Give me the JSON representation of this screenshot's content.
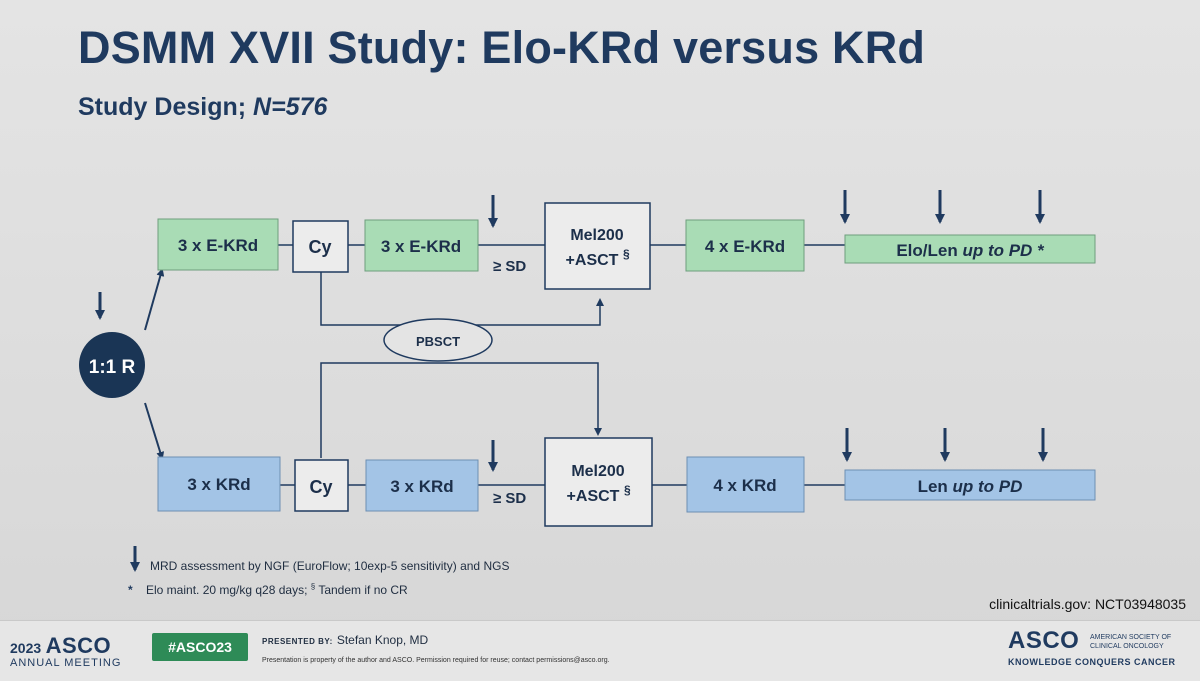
{
  "title": "DSMM XVII Study: Elo-KRd versus KRd",
  "subtitle": {
    "text": "Study Design; ",
    "n": "N=576"
  },
  "randomization": "1:1 R",
  "pbsct": "PBSCT",
  "arm_top": {
    "induction1": "3 x E-KRd",
    "cy": "Cy",
    "induction2": "3 x E-KRd",
    "response": "≥ SD",
    "transplant_line1": "Mel200",
    "transplant_line2": "+ASCT",
    "transplant_mark": "§",
    "consolidation": "4 x E-KRd",
    "maintenance": "Elo/Len ",
    "maintenance_italic": "up to PD *"
  },
  "arm_bottom": {
    "induction1": "3 x KRd",
    "cy": "Cy",
    "induction2": "3 x KRd",
    "response": "≥ SD",
    "transplant_line1": "Mel200",
    "transplant_line2": "+ASCT",
    "transplant_mark": "§",
    "consolidation": "4 x KRd",
    "maintenance": "Len ",
    "maintenance_italic": "up to PD"
  },
  "legend": {
    "mrd": "MRD assessment by NGF (EuroFlow; 10exp-5 sensitivity) and NGS",
    "star_symbol": "*",
    "elo_note": "Elo maint. 20 mg/kg q28 days; ",
    "section_symbol": "§",
    "tandem_note": " Tandem if no CR"
  },
  "clinicaltrials": "clinicaltrials.gov: NCT03948035",
  "footer": {
    "year": "2023",
    "asco": "ASCO",
    "annual_meeting": "ANNUAL MEETING",
    "hashtag": "#ASCO23",
    "presented_by_label": "PRESENTED BY:",
    "presenter": "Stefan Knop, MD",
    "disclaimer": "Presentation is property of the author and ASCO. Permission required for reuse; contact permissions@asco.org.",
    "asco_right": "ASCO",
    "society_line1": "AMERICAN SOCIETY OF",
    "society_line2": "CLINICAL ONCOLOGY",
    "tagline": "KNOWLEDGE CONQUERS CANCER"
  },
  "colors": {
    "navy": "#1f3a5f",
    "green_box": "#a9dcb5",
    "blue_box": "#a3c4e6"
  }
}
